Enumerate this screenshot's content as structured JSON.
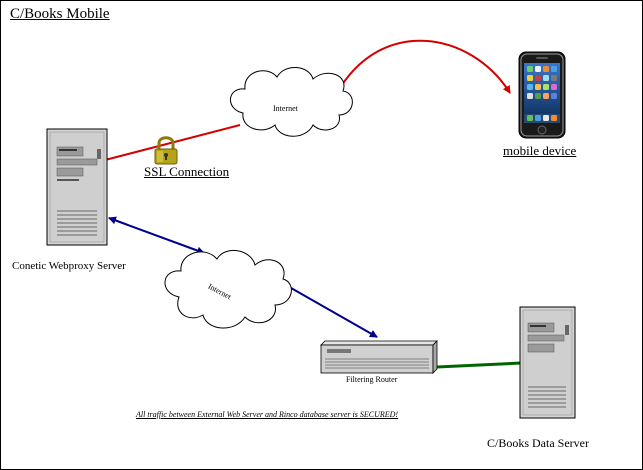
{
  "title": "C/Books Mobile",
  "nodes": {
    "mobile": {
      "label": "mobile device",
      "icon": "smartphone-icon"
    },
    "proxy": {
      "label": "Conetic Webproxy Server",
      "icon": "server-tower-icon"
    },
    "data_server": {
      "label": "C/Books Data Server",
      "icon": "server-tower-icon"
    },
    "router": {
      "label": "Filtering Router",
      "icon": "router-icon"
    },
    "internet_top": {
      "label": "Internet",
      "icon": "cloud-icon"
    },
    "internet_bottom": {
      "label": "Internet",
      "icon": "cloud-icon"
    },
    "ssl": {
      "label": "SSL Connection",
      "icon": "padlock-icon"
    }
  },
  "footer_note": "All traffic between External Web Server and Rinco database server is SECURED!",
  "colors": {
    "secure_link": "#d40000",
    "internal_link": "#00008b",
    "lan_link": "#006400",
    "padlock": "#b5a418"
  }
}
